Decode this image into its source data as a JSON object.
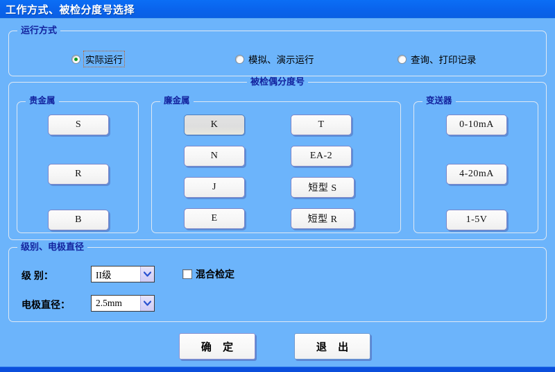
{
  "window": {
    "title": "工作方式、被检分度号选择"
  },
  "run_mode": {
    "legend": "运行方式",
    "options": [
      {
        "label": "实际运行",
        "checked": true
      },
      {
        "label": "模拟、演示运行",
        "checked": false
      },
      {
        "label": "查询、打印记录",
        "checked": false
      }
    ]
  },
  "graduation": {
    "legend": "被检偶分度号",
    "noble": {
      "legend": "贵金属",
      "buttons": [
        "S",
        "R",
        "B"
      ]
    },
    "base": {
      "legend": "廉金属",
      "column1": [
        "K",
        "N",
        "J",
        "E"
      ],
      "column2": [
        "T",
        "EA-2",
        "短型 S",
        "短型 R"
      ],
      "active": "K"
    },
    "transmitter": {
      "legend": "变送器",
      "buttons": [
        "0-10mA",
        "4-20mA",
        "1-5V"
      ]
    }
  },
  "grade": {
    "legend": "级别、电极直径",
    "grade_label": "级    别：",
    "grade_value": "II级",
    "diameter_label": "电极直径：",
    "diameter_value": "2.5mm",
    "mixed_check_label": "混合检定",
    "mixed_checked": false
  },
  "actions": {
    "ok": "确 定",
    "exit": "退 出"
  },
  "colors": {
    "background": "#6cb4fb",
    "titlebar": "#0a63ec",
    "legend_text": "#13239e",
    "radio_selected_dot": "#0d9a22",
    "bottom_bar": "#0b4fdc"
  }
}
